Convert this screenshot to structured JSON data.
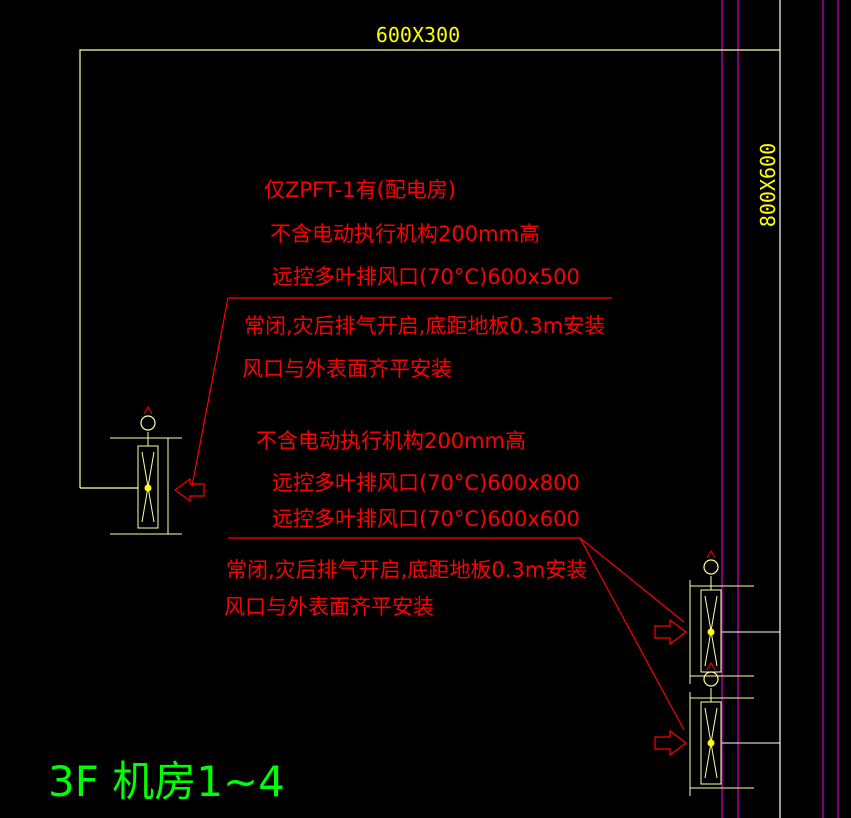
{
  "colors": {
    "background": "#000000",
    "duct_line": "#FFFFAA",
    "annotation": "#FF0000",
    "dimension_text": "#FFFF00",
    "title_text": "#00FF00",
    "wall_magenta": "#CC00CC",
    "wall_white": "#FFFFFF",
    "damper_mark": "#FFFF00"
  },
  "duct_labels": {
    "top": "600X300",
    "right": "800X600"
  },
  "note_upper": {
    "line1": "仅ZPFT-1有(配电房)",
    "line2": "不含电动执行机构200mm高",
    "line3": "远控多叶排风口(70°C)600x500",
    "line4": "常闭,灾后排气开启,底距地板0.3m安装",
    "line5": "风口与外表面齐平安装"
  },
  "note_lower": {
    "line1": "不含电动执行机构200mm高",
    "line2": "远控多叶排风口(70°C)600x800",
    "line3": "远控多叶排风口(70°C)600x600",
    "line4": "常闭,灾后排气开启,底距地板0.3m安装",
    "line5": "风口与外表面齐平安装"
  },
  "room_title": "3F 机房1~4",
  "icons": {
    "damper": "exhaust-damper-icon",
    "flow_arrow": "flow-arrow-icon",
    "actuator": "actuator-icon"
  }
}
